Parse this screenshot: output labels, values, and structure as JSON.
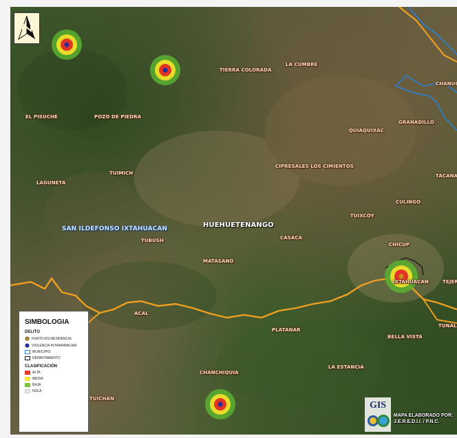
{
  "map": {
    "places": [
      {
        "id": "tierra-colorada",
        "text": "TIERRA COLORADA"
      },
      {
        "id": "la-cumbre",
        "text": "LA CUMBRE"
      },
      {
        "id": "chanuc",
        "text": "CHANUC"
      },
      {
        "id": "el-pisuche",
        "text": "EL PISUCHE"
      },
      {
        "id": "pozo-de-piedra",
        "text": "POZO DE PIEDRA"
      },
      {
        "id": "quiaquixac",
        "text": "QUIAQUIXAC"
      },
      {
        "id": "granadillo",
        "text": "GRANADILLO"
      },
      {
        "id": "cipresales",
        "text": "CIPRESALES LOS CIMIENTOS"
      },
      {
        "id": "tuimich",
        "text": "TUIMICH"
      },
      {
        "id": "laguneta",
        "text": "LAGUNETA"
      },
      {
        "id": "tacana",
        "text": "TACANA"
      },
      {
        "id": "culingo",
        "text": "CULINGO"
      },
      {
        "id": "tuixcoy",
        "text": "TUIXCOY"
      },
      {
        "id": "huehuetenango",
        "text": "HUEHUETENANGO"
      },
      {
        "id": "san-ildefonso",
        "text": "SAN ILDEFONSO IXTAHUACAN"
      },
      {
        "id": "tubush",
        "text": "TUBUSH"
      },
      {
        "id": "casaca",
        "text": "CASACA"
      },
      {
        "id": "chicup",
        "text": "CHICUP"
      },
      {
        "id": "matasano",
        "text": "MATASANO"
      },
      {
        "id": "ixtahuacan",
        "text": "IXTAHUACAN"
      },
      {
        "id": "tejer",
        "text": "TEJER"
      },
      {
        "id": "acal",
        "text": "ACAL"
      },
      {
        "id": "platanar",
        "text": "PLATANAR"
      },
      {
        "id": "tunala",
        "text": "TUNALA"
      },
      {
        "id": "bella-vista",
        "text": "BELLA VISTA"
      },
      {
        "id": "la-estancia",
        "text": "LA ESTANCIA"
      },
      {
        "id": "chanchiquia",
        "text": "CHANCHIQUIA"
      },
      {
        "id": "tuichan",
        "text": "TUICHAN"
      }
    ]
  },
  "legend": {
    "title": "SIMBOLOGIA",
    "delito_title": "DELITO",
    "delito": [
      "HURTO EN RESIDENCIA",
      "VIOLENCIA INTRAFAMILIAR"
    ],
    "limits": [
      "MUNICIPIO",
      "DEPARTAMENTO"
    ],
    "clasificacion_title": "CLASIFICACIÓN",
    "clasificacion": [
      "ALTA",
      "MEDIA",
      "BAJA",
      "NULA"
    ],
    "colors": {
      "alta": "#e53a2a",
      "media": "#f5e63a",
      "baja": "#7cc23a",
      "nula": "#e8e8e8",
      "municipio": "#2a7fd4",
      "departamento": "#111111"
    }
  },
  "branding": {
    "logo_text": "GIS",
    "credit_line1": "MAPA ELABORADO POR:",
    "credit_line2": "J.E.R.E.D.I.I. / P.N.C."
  },
  "colors": {
    "road": "#f0a020",
    "boundary": "#2a7fd4"
  }
}
